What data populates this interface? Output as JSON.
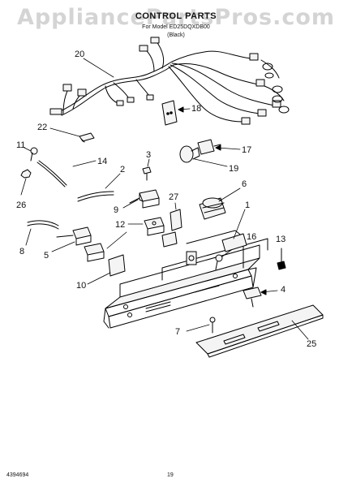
{
  "watermark": "AppliancePartsPros.com",
  "header": {
    "title": "CONTROL PARTS",
    "subtitle": "For Model ED25DQXDB00",
    "note": "(Black)"
  },
  "labels": {
    "p1": "1",
    "p2": "2",
    "p3": "3",
    "p4": "4",
    "p5": "5",
    "p6": "6",
    "p7": "7",
    "p8": "8",
    "p9": "9",
    "p10": "10",
    "p11": "11",
    "p12": "12",
    "p13": "13",
    "p14": "14",
    "p16": "16",
    "p17": "17",
    "p18": "18",
    "p19": "19",
    "p20": "20",
    "p22": "22",
    "p25": "25",
    "p26": "26",
    "p27": "27"
  },
  "footer": {
    "doc_code": "4394694",
    "page_number": "19"
  }
}
